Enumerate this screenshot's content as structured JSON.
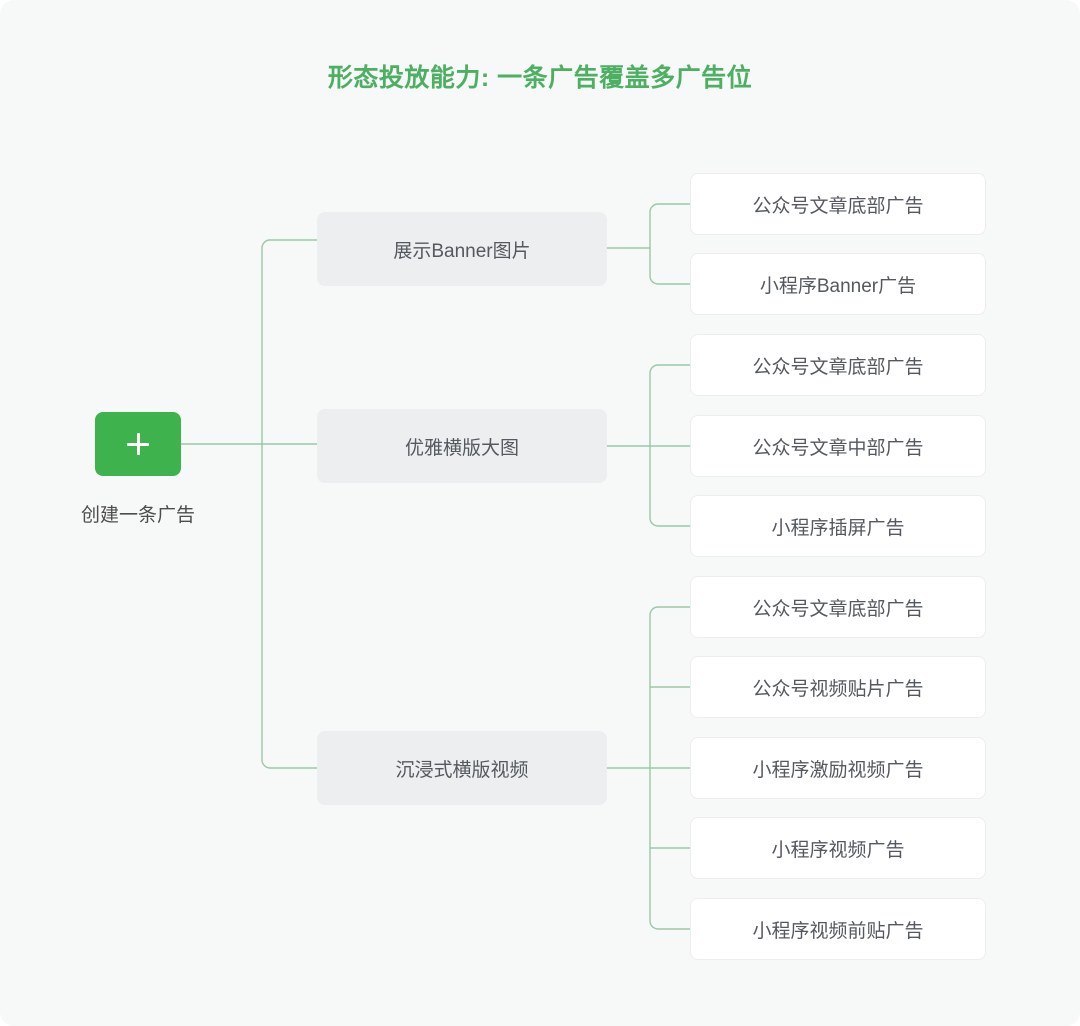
{
  "page": {
    "title": "形态投放能力: 一条广告覆盖多广告位",
    "background_color": "#f7f8f8",
    "accent_color": "#4caf62",
    "line_color": "#9ac9a5"
  },
  "root": {
    "icon": "plus-icon",
    "icon_glyph": "+",
    "label": "创建一条广告",
    "button_color": "#3eb24c"
  },
  "branches": [
    {
      "label": "展示Banner图片",
      "leaves": [
        {
          "label": "公众号文章底部广告"
        },
        {
          "label": "小程序Banner广告"
        }
      ]
    },
    {
      "label": "优雅横版大图",
      "leaves": [
        {
          "label": "公众号文章底部广告"
        },
        {
          "label": "公众号文章中部广告"
        },
        {
          "label": "小程序插屏广告"
        }
      ]
    },
    {
      "label": "沉浸式横版视频",
      "leaves": [
        {
          "label": "公众号文章底部广告"
        },
        {
          "label": "公众号视频贴片广告"
        },
        {
          "label": "小程序激励视频广告"
        },
        {
          "label": "小程序视频广告"
        },
        {
          "label": "小程序视频前贴广告"
        }
      ]
    }
  ]
}
